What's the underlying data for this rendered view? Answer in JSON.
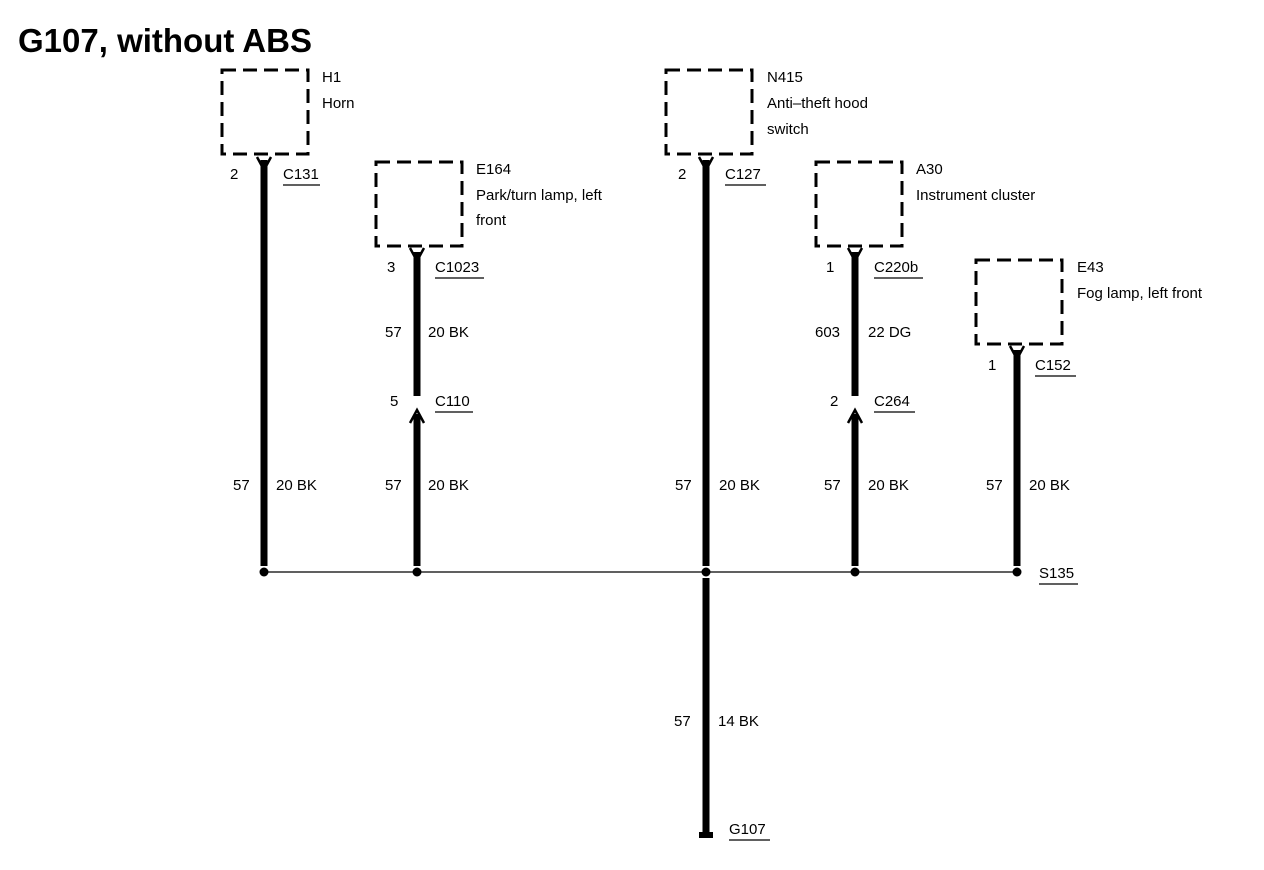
{
  "title": "G107, without ABS",
  "components": [
    {
      "id": "H1",
      "name": "Horn",
      "connector": "C131",
      "pin": "2"
    },
    {
      "id": "E164",
      "name_line1": "Park/turn lamp, left",
      "name_line2": "front",
      "connector": "C1023",
      "pin": "3"
    },
    {
      "id": "N415",
      "name_line1": "Anti–theft hood",
      "name_line2": "switch",
      "connector": "C127",
      "pin": "2"
    },
    {
      "id": "A30",
      "name": "Instrument cluster",
      "connector": "C220b",
      "pin": "1"
    },
    {
      "id": "E43",
      "name": "Fog lamp, left front",
      "connector": "C152",
      "pin": "1"
    }
  ],
  "wires": [
    {
      "circuit": "57",
      "gauge_color": "20 BK"
    },
    {
      "circuit": "57",
      "gauge_color": "20 BK"
    },
    {
      "circuit": "57",
      "gauge_color": "20 BK"
    },
    {
      "circuit": "57",
      "gauge_color": "20 BK"
    },
    {
      "circuit": "57",
      "gauge_color": "20 BK"
    },
    {
      "circuit": "57",
      "gauge_color": "20 BK"
    },
    {
      "circuit": "603",
      "gauge_color": "22 DG"
    },
    {
      "circuit": "57",
      "gauge_color": "14 BK"
    }
  ],
  "inline_connectors": [
    {
      "connector": "C110",
      "pin": "5"
    },
    {
      "connector": "C264",
      "pin": "2"
    }
  ],
  "splice": "S135",
  "ground": "G107"
}
